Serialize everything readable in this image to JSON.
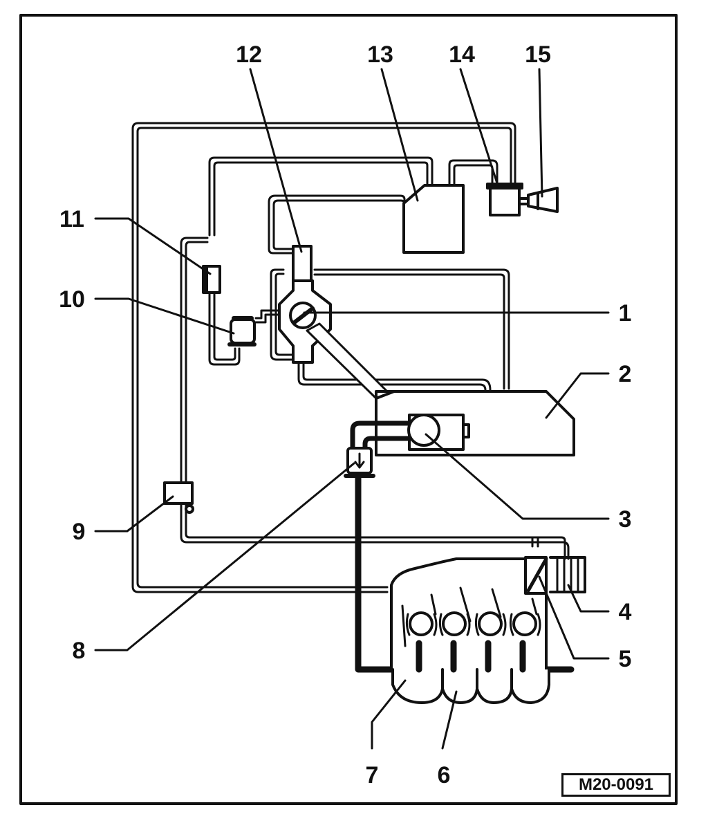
{
  "labels": {
    "l1": "1",
    "l2": "2",
    "l3": "3",
    "l4": "4",
    "l5": "5",
    "l6": "6",
    "l7": "7",
    "l8": "8",
    "l9": "9",
    "l10": "10",
    "l11": "11",
    "l12": "12",
    "l13": "13",
    "l14": "14",
    "l15": "15"
  },
  "figure_code": "M20-0091",
  "colors": {
    "ink": "#111111",
    "paper": "#ffffff"
  }
}
